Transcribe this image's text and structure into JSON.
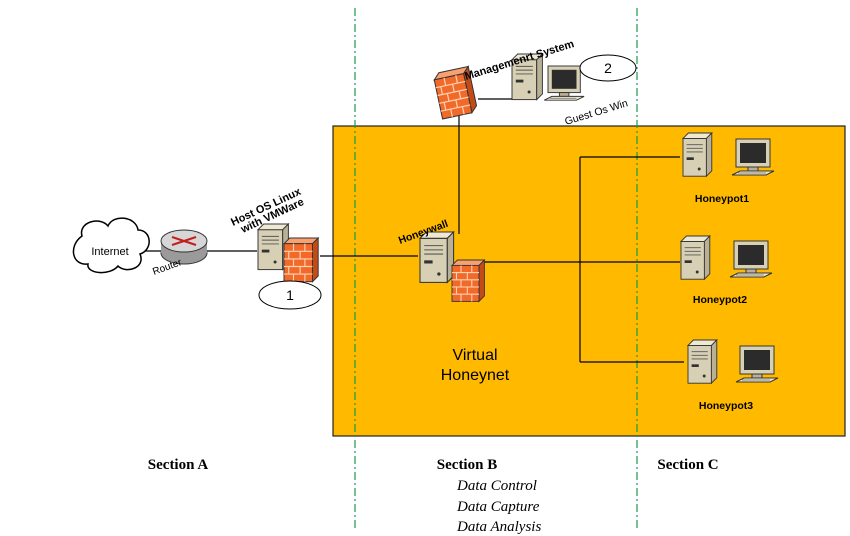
{
  "nodes": {
    "internet": "Internet",
    "router": "Router",
    "host_os": [
      "Host OS Linux",
      "with VMWare"
    ],
    "management": "Managemenrt System",
    "guest_os": "Guest Os Win",
    "honeywall": "Honeywall",
    "virtual_honeynet": [
      "Virtual",
      "Honeynet"
    ],
    "honeypots": [
      "Honeypot1",
      "Honeypot2",
      "Honeypot3"
    ],
    "marker_1": "1",
    "marker_2": "2"
  },
  "sections": {
    "a": "Section A",
    "b": "Section B",
    "c": "Section C"
  },
  "section_b_items": [
    "Data Control",
    "Data Capture",
    "Data Analysis"
  ],
  "colors": {
    "honeynet_fill": "#FFBA00",
    "section_divider": "#1a9a4a",
    "firewall": "#F26A2A",
    "server_body": "#E8E1C8"
  }
}
